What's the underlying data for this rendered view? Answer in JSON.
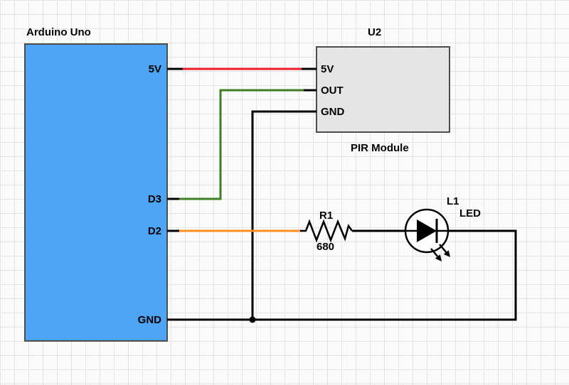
{
  "colors": {
    "arduino_fill": "#4EA5F5",
    "component_stroke": "#4d4d4d",
    "module_fill": "#e5e5e5",
    "wire_red": "#ec1c24",
    "wire_green": "#3f7e23",
    "wire_orange": "#ff9020",
    "wire_black": "#000000"
  },
  "components": {
    "arduino": {
      "title": "Arduino Uno",
      "pins": [
        "5V",
        "D3",
        "D2",
        "GND"
      ]
    },
    "pir": {
      "designator": "U2",
      "name": "PIR Module",
      "pins": [
        "5V",
        "OUT",
        "GND"
      ]
    },
    "resistor": {
      "designator": "R1",
      "value": "680"
    },
    "led": {
      "designator": "L1",
      "name": "LED"
    }
  }
}
